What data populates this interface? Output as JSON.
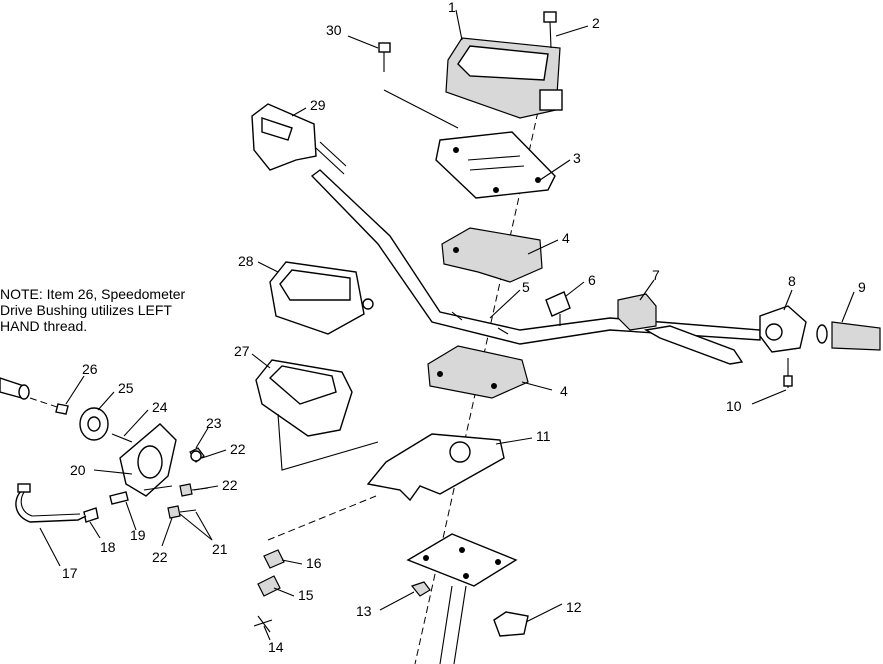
{
  "note": "NOTE: Item 26, Speedometer\nDrive Bushing utilizes LEFT\nHAND thread.",
  "callouts": {
    "c1": "1",
    "c2": "2",
    "c3": "3",
    "c4a": "4",
    "c4b": "4",
    "c5": "5",
    "c6": "6",
    "c7": "7",
    "c8": "8",
    "c9": "9",
    "c10": "10",
    "c11": "11",
    "c12": "12",
    "c13": "13",
    "c14": "14",
    "c15": "15",
    "c16": "16",
    "c17": "17",
    "c18": "18",
    "c19": "19",
    "c20": "20",
    "c21": "21",
    "c22a": "22",
    "c22b": "22",
    "c22c": "22",
    "c23": "23",
    "c24": "24",
    "c25": "25",
    "c26": "26",
    "c27": "27",
    "c28": "28",
    "c29": "29",
    "c30": "30"
  }
}
